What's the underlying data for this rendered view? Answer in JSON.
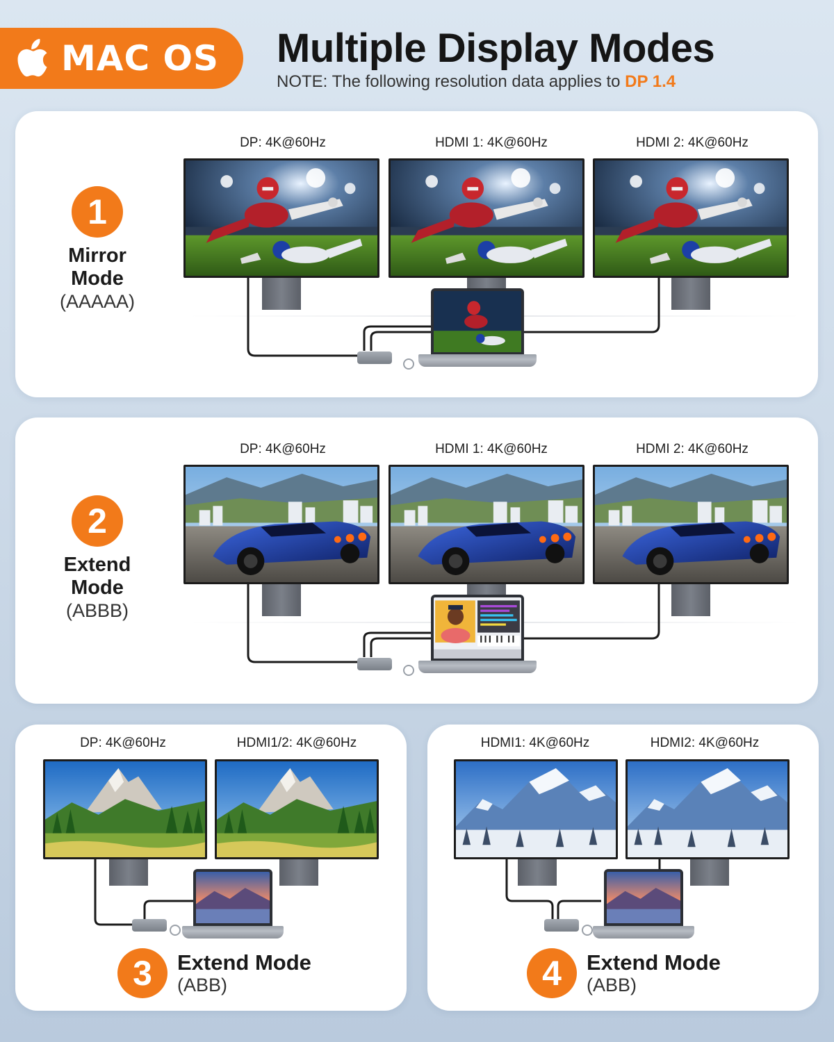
{
  "header": {
    "badge_text": "MAC OS",
    "title": "Multiple Display Modes",
    "note_prefix": "NOTE:  The following resolution data applies to ",
    "note_highlight": "DP 1.4"
  },
  "colors": {
    "accent": "#f27a1a",
    "panel": "#ffffff",
    "background": "#d2dfec"
  },
  "panels": [
    {
      "number": "1",
      "name_line1": "Mirror",
      "name_line2": "Mode",
      "sub": "(AAAAA)",
      "displays": [
        "DP: 4K@60Hz",
        "HDMI 1: 4K@60Hz",
        "HDMI 2: 4K@60Hz"
      ],
      "scene": "football"
    },
    {
      "number": "2",
      "name_line1": "Extend",
      "name_line2": "Mode",
      "sub": "(ABBB)",
      "displays": [
        "DP: 4K@60Hz",
        "HDMI 1: 4K@60Hz",
        "HDMI 2: 4K@60Hz"
      ],
      "scene": "race-car"
    },
    {
      "number": "3",
      "name": "Extend Mode",
      "sub": "(ABB)",
      "displays": [
        "DP: 4K@60Hz",
        "HDMI1/2: 4K@60Hz"
      ],
      "scene": "mountain-lake"
    },
    {
      "number": "4",
      "name": "Extend Mode",
      "sub": "(ABB)",
      "displays": [
        "HDMI1: 4K@60Hz",
        "HDMI2: 4K@60Hz"
      ],
      "scene": "snowy-mountain"
    }
  ]
}
